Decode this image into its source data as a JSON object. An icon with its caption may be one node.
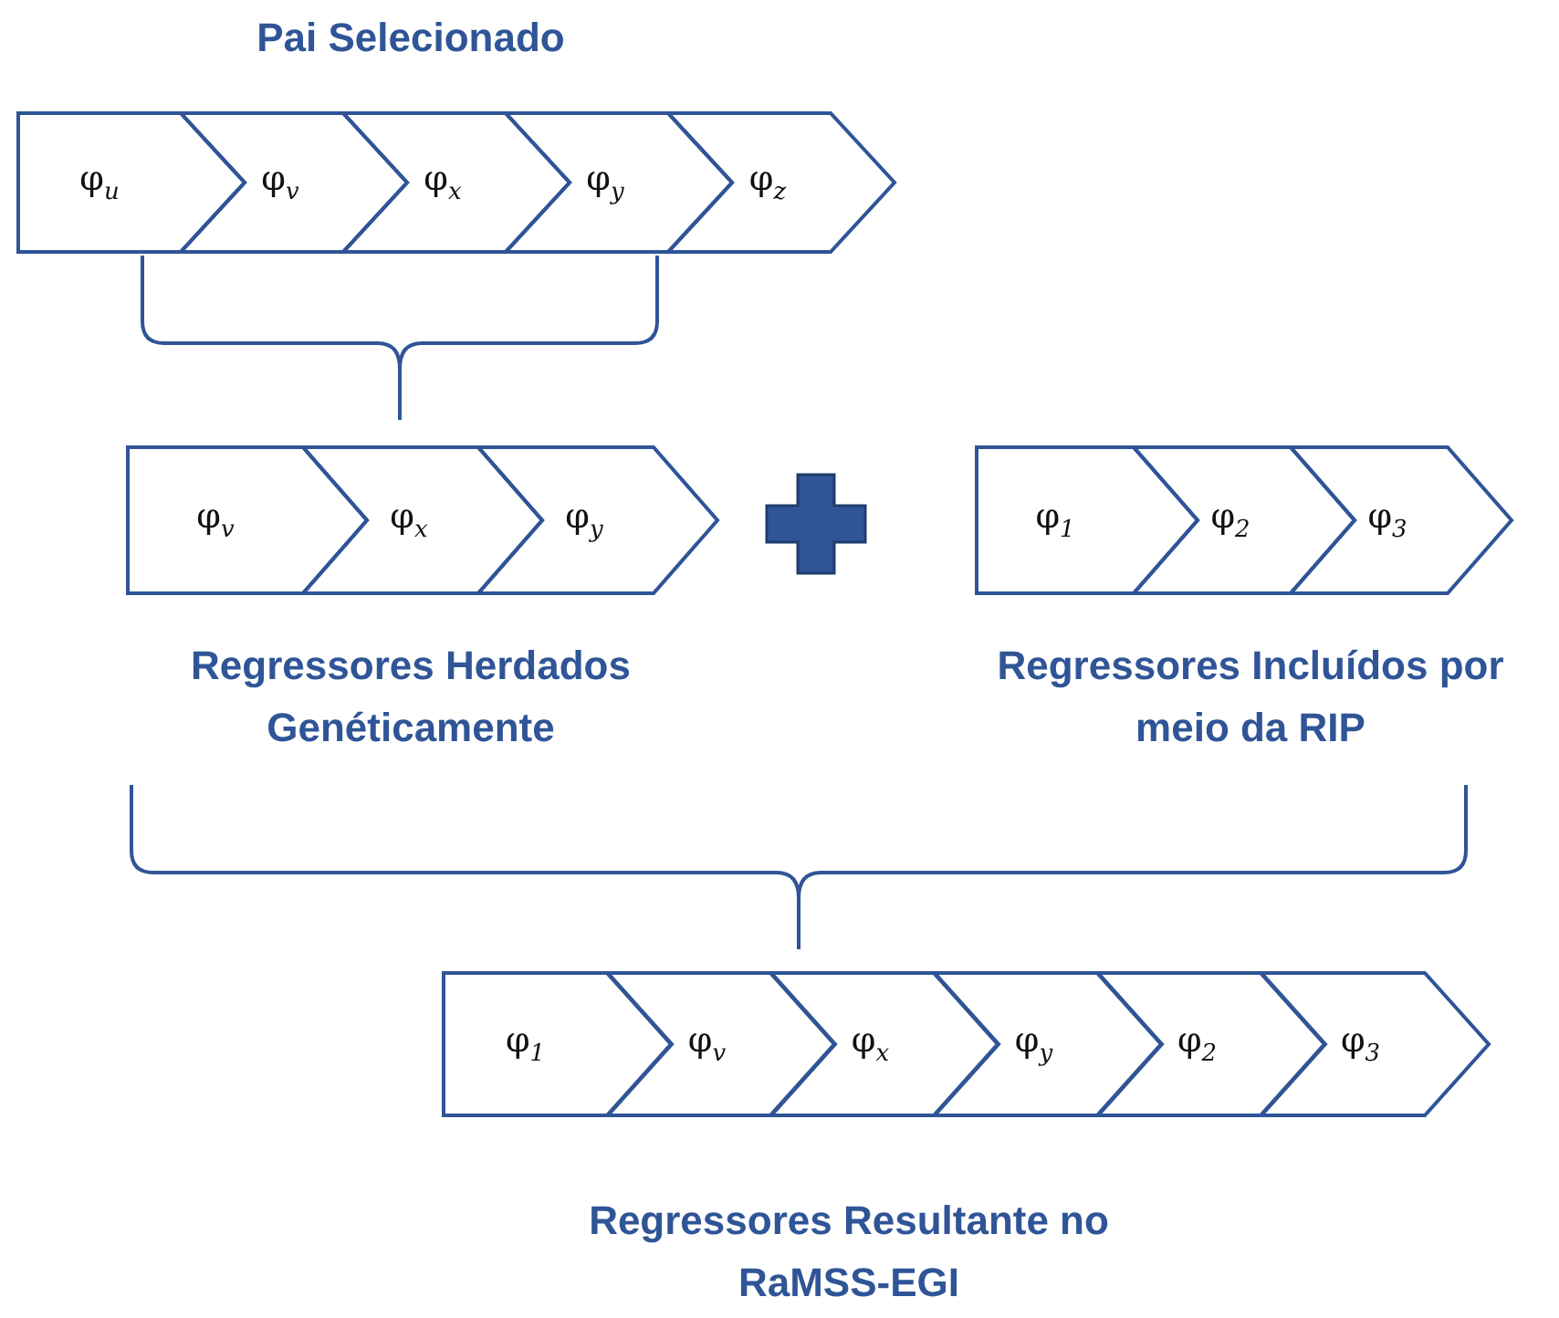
{
  "diagram": {
    "nodes": [
      {
        "text": [
          "φ$_{u}$"
        ]
      },
      {
        "text": [
          "φ$_{v}$"
        ]
      },
      {
        "text": [
          "φ$_{x}$"
        ]
      },
      {
        "text": [
          "φ$_{y}$"
        ]
      },
      {
        "text": [
          "φ$_{z}$"
        ]
      },
      {
        "text": [
          "φ$_{v}$"
        ]
      },
      {
        "text": [
          "φ$_{x}$"
        ]
      },
      {
        "text": [
          "φ$_{y}$"
        ]
      },
      {
        "text": [
          "φ$_{1}$"
        ]
      },
      {
        "text": [
          "φ$_{2}$"
        ]
      },
      {
        "text": [
          "φ$_{3}$"
        ]
      },
      {
        "text": [
          "φ$_{1}$"
        ]
      },
      {
        "text": [
          "φ$_{v}$"
        ]
      },
      {
        "text": [
          "φ$_{x}$"
        ]
      },
      {
        "text": [
          "φ$_{y}$"
        ]
      },
      {
        "text": [
          "φ$_{2}$"
        ]
      },
      {
        "text": [
          "φ$_{3}$"
        ]
      }
    ],
    "labels": [
      "Pai Selecionado",
      "Regressores Herdados Genéticamente",
      "Regressores Incluídos por meio da RIP",
      "Regressores Resultante no RaMSS-EGI"
    ]
  }
}
